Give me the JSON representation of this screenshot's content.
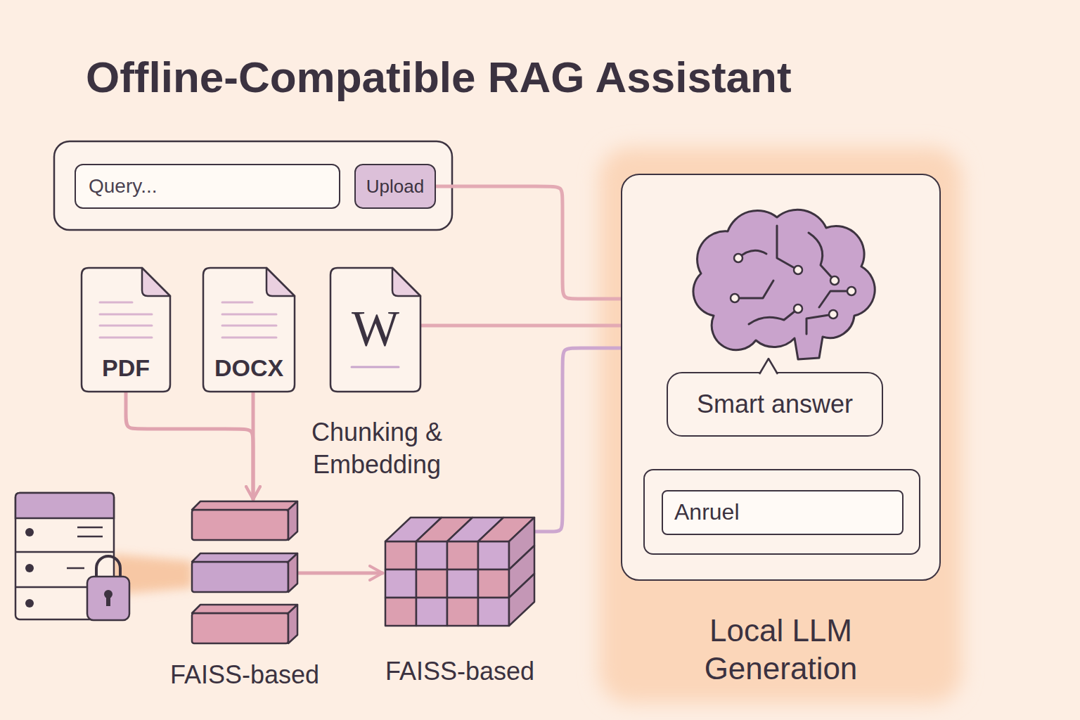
{
  "diagram": {
    "title": "Offline-Compatible RAG Assistant",
    "nodes": [
      {
        "text": [
          "Query..."
        ]
      },
      {
        "text": [
          "Upload"
        ]
      },
      {
        "text": [
          "PDF"
        ]
      },
      {
        "text": [
          "DOCX"
        ]
      },
      {
        "text": [
          "W"
        ]
      },
      {
        "text": [
          "FAISS-based"
        ]
      },
      {
        "text": [
          "FAISS-based"
        ]
      },
      {
        "text": [
          "Local LLM Generation"
        ]
      },
      {
        "text": [
          "Smart answer"
        ],
        "in": 7
      },
      {
        "text": [
          "Anruel"
        ],
        "in": 7
      }
    ],
    "edges": [
      {
        "from": 1,
        "to": 7,
        "arrow": "none"
      },
      {
        "from": 4,
        "to": 7,
        "arrow": "none"
      },
      {
        "from": 6,
        "to": 7,
        "arrow": "none"
      },
      {
        "from": 2,
        "to": 5,
        "arrow": "to"
      },
      {
        "from": 3,
        "to": 5,
        "arrow": "to"
      },
      {
        "from": 5,
        "to": 6,
        "arrow": "to"
      }
    ],
    "labels": [
      "Chunking & Embedding"
    ]
  }
}
